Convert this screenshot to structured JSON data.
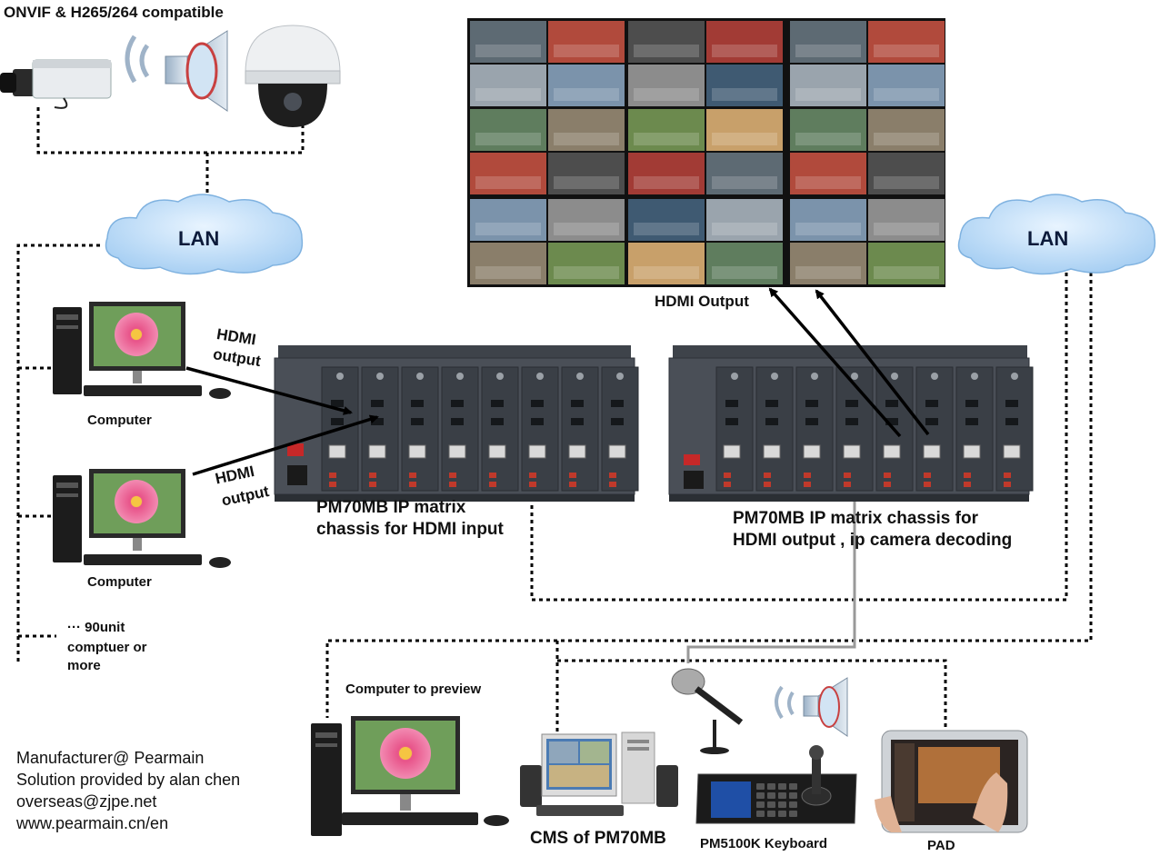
{
  "header": {
    "compat_text": "ONVIF & H265/264 compatible"
  },
  "clouds": {
    "left": "LAN",
    "right": "LAN"
  },
  "video_wall": {
    "label": "HDMI Output"
  },
  "computers": {
    "top_label": "Computer",
    "bottom_label": "Computer",
    "more_line1": "··· 90unit",
    "more_line2": "comptuer or",
    "more_line3": "more",
    "preview_label": "Computer to preview"
  },
  "hdmi_labels": {
    "top_line1": "HDMI",
    "top_line2": "output",
    "bottom_line1": "HDMI",
    "bottom_line2": "output"
  },
  "chassis": {
    "left_line1": "PM70MB IP matrix",
    "left_line2": "chassis for HDMI input",
    "right_line1": "PM70MB IP matrix chassis for",
    "right_line2": "HDMI output , ip camera decoding"
  },
  "devices": {
    "cms": "CMS of PM70MB",
    "keyboard": "PM5100K Keyboard",
    "pad": "PAD"
  },
  "footer": {
    "line1": "Manufacturer@ Pearmain",
    "line2": "Solution provided by alan chen",
    "line3": "overseas@zjpe.net",
    "line4": "www.pearmain.cn/en"
  }
}
